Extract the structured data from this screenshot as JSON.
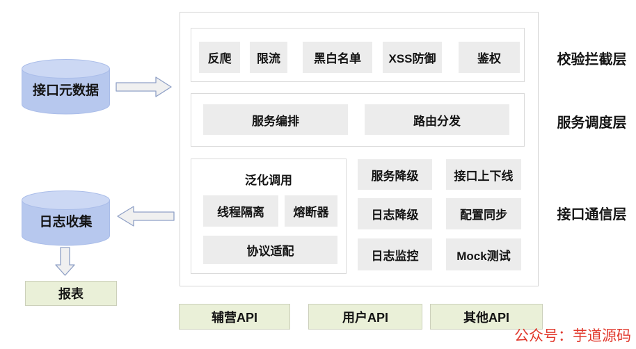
{
  "diagram": {
    "left_column": {
      "metadata_db_label": "接口元数据",
      "log_db_label": "日志收集",
      "report_label": "报表"
    },
    "gateway": {
      "validation_layer": {
        "label": "校验拦截层",
        "items": [
          "反爬",
          "限流",
          "黑白名单",
          "XSS防御",
          "鉴权"
        ]
      },
      "scheduling_layer": {
        "label": "服务调度层",
        "items": [
          "服务编排",
          "路由分发"
        ]
      },
      "communication_layer": {
        "label": "接口通信层",
        "generic_group": {
          "title": "泛化调用",
          "items": [
            "线程隔离",
            "熔断器",
            "协议适配"
          ]
        },
        "items": [
          "服务降级",
          "接口上下线",
          "日志降级",
          "配置同步",
          "日志监控",
          "Mock测试"
        ]
      }
    },
    "api_boxes": [
      "辅营API",
      "用户API",
      "其他API"
    ],
    "watermark": "公众号：芋道源码",
    "colors": {
      "cylinder_body": "#b7c8ee",
      "cylinder_top": "#ccd8f4",
      "chip_bg": "#ececec",
      "green_bg": "#eaf0d8",
      "watermark_red": "#e1392d",
      "panel_border": "#d4d4d4",
      "arrow_fill": "#f0f0f0",
      "arrow_stroke": "#8fa0c6"
    }
  }
}
